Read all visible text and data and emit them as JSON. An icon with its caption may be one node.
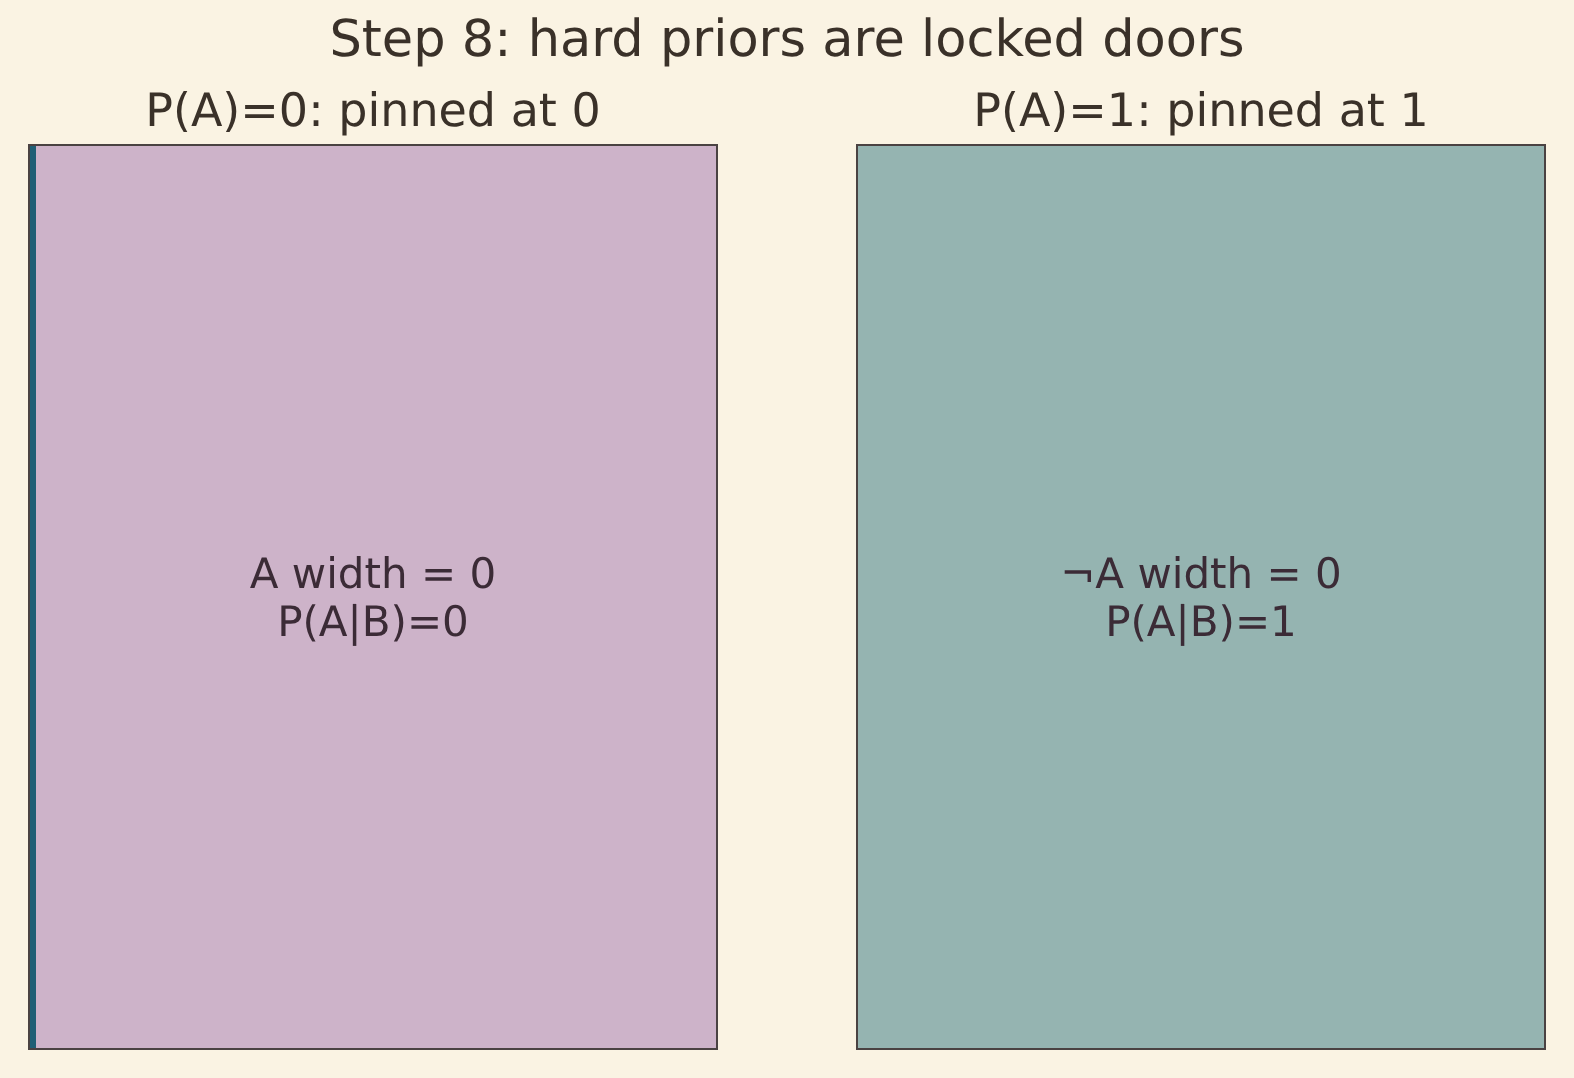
{
  "diagram": {
    "title": "Step 8: hard priors are locked doors",
    "nodes": [
      {
        "text": [
          "P(A)=0: pinned at 0",
          "A width = 0 P(A|B)=0"
        ]
      },
      {
        "text": [
          "P(A)=1: pinned at 1",
          "¬A width = 0 P(A|B)=1"
        ]
      }
    ]
  }
}
